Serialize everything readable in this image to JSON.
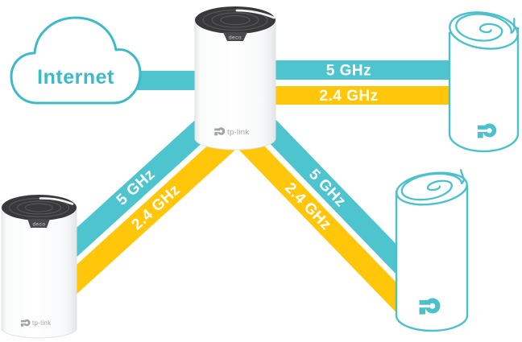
{
  "colors": {
    "teal_band": "#4EC4CF",
    "yellow_band": "#FFC60A",
    "cloud_teal": "#3EB9C7",
    "outline_teal": "#4CC0CB",
    "cap_dark": "#39393C",
    "logo_gray": "#A0A4A7",
    "band_text": "#FFFFFF"
  },
  "cloud": {
    "label": "Internet"
  },
  "bands": {
    "internet_to_main": {
      "labels": []
    },
    "main_to_top_right": {
      "labels": [
        "5 GHz",
        "2.4 GHz"
      ]
    },
    "main_to_bottom_left": {
      "labels": [
        "5 GHz",
        "2.4 GHz"
      ]
    },
    "main_to_bottom_right": {
      "labels": [
        "5 GHz",
        "2.4 GHz"
      ]
    }
  },
  "devices": {
    "main_unit": {
      "model_label": "deco",
      "brand_label": "tp-link"
    },
    "bottom_left_unit": {
      "model_label": "deco",
      "brand_label": "tp-link"
    }
  }
}
